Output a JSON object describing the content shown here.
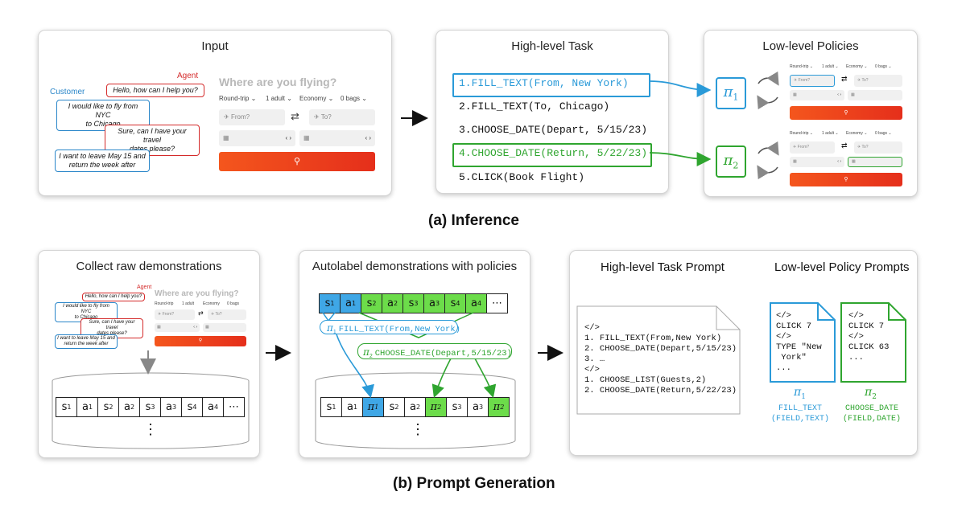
{
  "captions": {
    "inference": "(a) Inference",
    "prompt_generation": "(b) Prompt Generation"
  },
  "colors": {
    "blue": "#2a9ad8",
    "green": "#2fa52f",
    "red": "#d42a2a",
    "orange": "#f04a1c",
    "tile_blue": "#3fa7e6",
    "tile_green": "#6cdc4a"
  },
  "input_panel": {
    "title": "Input",
    "chat": {
      "agent_label": "Agent",
      "customer_label": "Customer",
      "msg1": "Hello, how can I help you?",
      "msg2a": "I would like to fly from NYC",
      "msg2b": "to Chicago",
      "msg3a": "Sure, can I have your travel",
      "msg3b": "dates please?",
      "msg4a": "I want to leave May 15 and",
      "msg4b": "return the week after"
    },
    "flight": {
      "heading": "Where are you flying?",
      "trip": "Round-trip",
      "adults": "1 adult",
      "cabin": "Economy",
      "bags": "0 bags",
      "from_placeholder": "From?",
      "to_placeholder": "To?",
      "date_nav": "‹ ›"
    }
  },
  "task_panel": {
    "title": "High-level Task",
    "steps": [
      "1.FILL_TEXT(From, New York)",
      "2.FILL_TEXT(To, Chicago)",
      "3.CHOOSE_DATE(Depart, 5/15/23)",
      "4.CHOOSE_DATE(Return, 5/22/23)",
      "5.CLICK(Book Flight)"
    ]
  },
  "policy_panel": {
    "title": "Low-level Policies",
    "pi1": "π",
    "pi1_sub": "1",
    "pi2": "π",
    "pi2_sub": "2"
  },
  "collect_panel": {
    "title": "Collect raw demonstrations",
    "sequence": [
      {
        "s": "s",
        "sub": "1"
      },
      {
        "s": "a",
        "sub": "1"
      },
      {
        "s": "s",
        "sub": "2"
      },
      {
        "s": "a",
        "sub": "2"
      },
      {
        "s": "s",
        "sub": "3"
      },
      {
        "s": "a",
        "sub": "3"
      },
      {
        "s": "s",
        "sub": "4"
      },
      {
        "s": "a",
        "sub": "4"
      },
      {
        "s": "⋯",
        "sub": ""
      }
    ],
    "vdots": "⋮"
  },
  "autolabel_panel": {
    "title": "Autolabel demonstrations with policies",
    "top_sequence": [
      {
        "s": "s",
        "sub": "1",
        "c": "blue"
      },
      {
        "s": "a",
        "sub": "1",
        "c": "blue"
      },
      {
        "s": "s",
        "sub": "2",
        "c": "green"
      },
      {
        "s": "a",
        "sub": "2",
        "c": "green"
      },
      {
        "s": "s",
        "sub": "3",
        "c": "green"
      },
      {
        "s": "a",
        "sub": "3",
        "c": "green"
      },
      {
        "s": "s",
        "sub": "4",
        "c": "green"
      },
      {
        "s": "a",
        "sub": "4",
        "c": "green"
      },
      {
        "s": "⋯",
        "sub": "",
        "c": ""
      }
    ],
    "label1_pi": "π",
    "label1_sub": "1",
    "label1_text": "FILL_TEXT(From,New York)",
    "label2_pi": "π",
    "label2_sub": "2",
    "label2_text": "CHOOSE_DATE(Depart,5/15/23)",
    "bottom_sequence": [
      {
        "s": "s",
        "sub": "1",
        "c": ""
      },
      {
        "s": "a",
        "sub": "1",
        "c": ""
      },
      {
        "s": "π",
        "sub": "1",
        "c": "blue"
      },
      {
        "s": "s",
        "sub": "2",
        "c": ""
      },
      {
        "s": "a",
        "sub": "2",
        "c": ""
      },
      {
        "s": "π",
        "sub": "2",
        "c": "green"
      },
      {
        "s": "s",
        "sub": "3",
        "c": ""
      },
      {
        "s": "a",
        "sub": "3",
        "c": ""
      },
      {
        "s": "π",
        "sub": "2",
        "c": "green"
      }
    ],
    "vdots": "⋮"
  },
  "prompt_panel": {
    "title_high": "High-level Task Prompt",
    "title_low": "Low-level Policy Prompts",
    "high_code": "</>\n1. FILL_TEXT(From,New York)\n2. CHOOSE_DATE(Depart,5/15/23)\n3. …\n</>\n1. CHOOSE_LIST(Guests,2)\n2. CHOOSE_DATE(Return,5/22/23)",
    "low_code1": "</>\nCLICK 7\n</>\nTYPE \"New\n York\"\n...",
    "low_code2": "</>\nCLICK 7\n</>\nCLICK 63\n...",
    "pi1": "π",
    "pi1_sub": "1",
    "pi1_caption": "FILL_TEXT\n(FIELD,TEXT)",
    "pi2": "π",
    "pi2_sub": "2",
    "pi2_caption": "CHOOSE_DATE\n(FIELD,DATE)"
  }
}
